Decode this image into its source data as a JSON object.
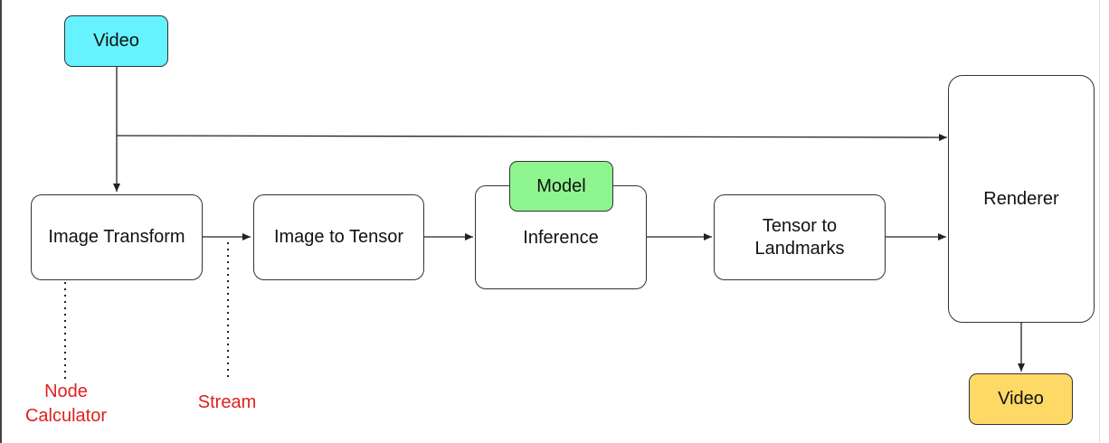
{
  "nodes": {
    "video_input": "Video",
    "image_transform": "Image Transform",
    "image_to_tensor": "Image to Tensor",
    "model": "Model",
    "inference": "Inference",
    "tensor_to_landmarks": "Tensor to\nLandmarks",
    "renderer": "Renderer",
    "video_output": "Video"
  },
  "legend": {
    "node_calculator": "Node\nCalculator",
    "stream": "Stream"
  },
  "colors": {
    "video_input_fill": "#66f3ff",
    "model_fill": "#8ef58e",
    "video_output_fill": "#ffd966",
    "legend_text": "#e02020"
  }
}
